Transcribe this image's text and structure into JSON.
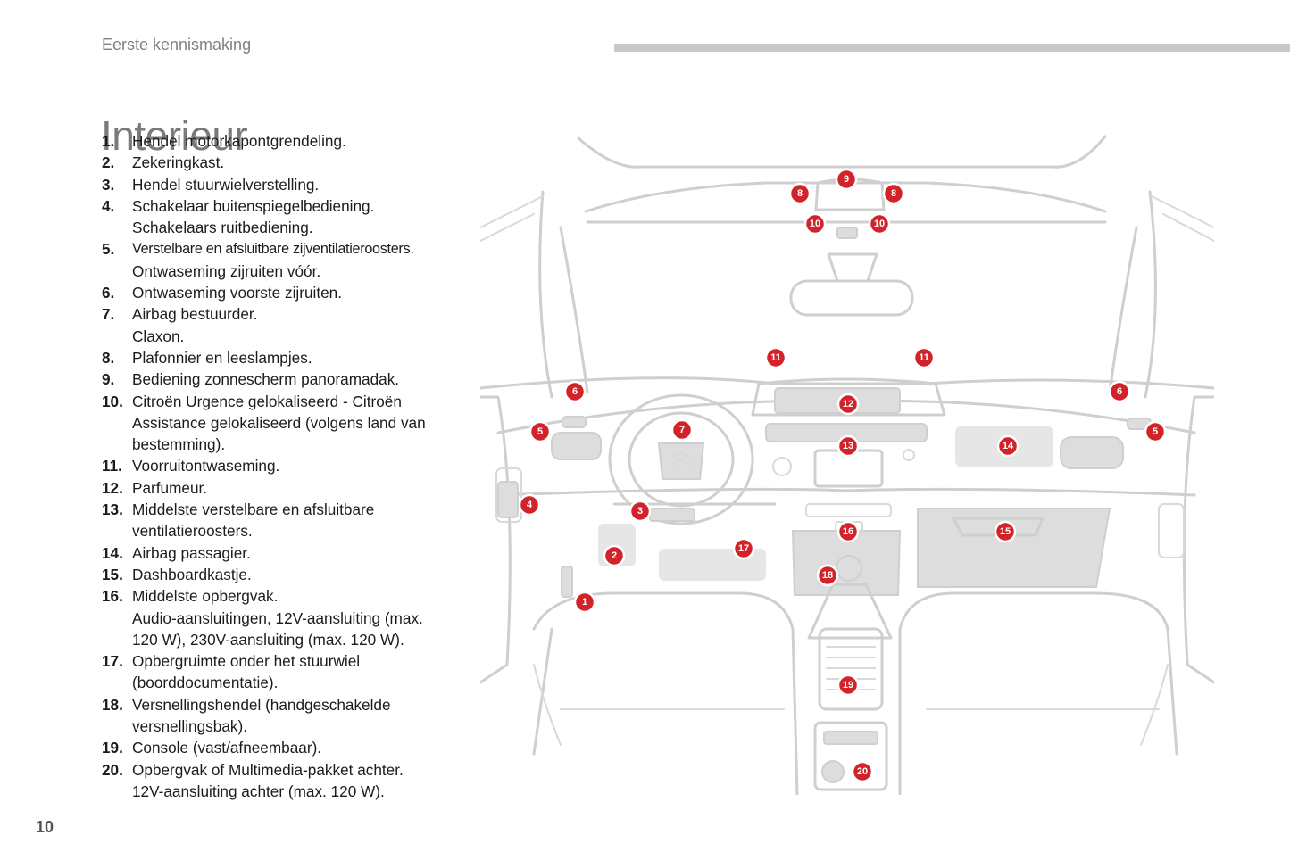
{
  "header": {
    "section": "Eerste kennismaking"
  },
  "title": "Interieur",
  "page_number": "10",
  "items": [
    {
      "num": "1.",
      "lines": [
        "Hendel motorkapontgrendeling."
      ]
    },
    {
      "num": "2.",
      "lines": [
        "Zekeringkast."
      ]
    },
    {
      "num": "3.",
      "lines": [
        "Hendel stuurwielverstelling."
      ]
    },
    {
      "num": "4.",
      "lines": [
        "Schakelaar buitenspiegelbediening.",
        "Schakelaars ruitbediening."
      ]
    },
    {
      "num": "5.",
      "lines": [
        "Verstelbare en afsluitbare zijventilatieroosters.",
        "Ontwaseming zijruiten vóór."
      ]
    },
    {
      "num": "6.",
      "lines": [
        "Ontwaseming voorste zijruiten."
      ]
    },
    {
      "num": "7.",
      "lines": [
        "Airbag bestuurder.",
        "Claxon."
      ]
    },
    {
      "num": "8.",
      "lines": [
        "Plafonnier en leeslampjes."
      ]
    },
    {
      "num": "9.",
      "lines": [
        "Bediening zonnescherm panoramadak."
      ]
    },
    {
      "num": "10.",
      "lines": [
        "Citroën Urgence gelokaliseerd - Citroën",
        "Assistance gelokaliseerd (volgens land van",
        "bestemming)."
      ]
    },
    {
      "num": "11.",
      "lines": [
        "Voorruitontwaseming."
      ]
    },
    {
      "num": "12.",
      "lines": [
        "Parfumeur."
      ]
    },
    {
      "num": "13.",
      "lines": [
        "Middelste verstelbare en afsluitbare",
        "ventilatieroosters."
      ]
    },
    {
      "num": "14.",
      "lines": [
        "Airbag passagier."
      ]
    },
    {
      "num": "15.",
      "lines": [
        "Dashboardkastje."
      ]
    },
    {
      "num": "16.",
      "lines": [
        "Middelste opbergvak.",
        "Audio-aansluitingen, 12V-aansluiting (max.",
        "120 W), 230V-aansluiting (max. 120 W)."
      ]
    },
    {
      "num": "17.",
      "lines": [
        "Opbergruimte onder het stuurwiel",
        "(boorddocumentatie)."
      ]
    },
    {
      "num": "18.",
      "lines": [
        "Versnellingshendel (handgeschakelde",
        "versnellingsbak)."
      ]
    },
    {
      "num": "19.",
      "lines": [
        "Console (vast/afneembaar)."
      ]
    },
    {
      "num": "20.",
      "lines": [
        "Opbergvak of Multimedia-pakket achter.",
        "12V-aansluiting achter (max. 120 W)."
      ]
    }
  ],
  "callouts": [
    "1",
    "2",
    "3",
    "4",
    "5",
    "5",
    "6",
    "6",
    "7",
    "8",
    "8",
    "9",
    "10",
    "10",
    "11",
    "11",
    "12",
    "13",
    "14",
    "15",
    "16",
    "17",
    "18",
    "19",
    "20"
  ],
  "colors": {
    "callout": "#d3232a",
    "header_bar": "#c9c9c9",
    "title": "#7a7a7a"
  }
}
